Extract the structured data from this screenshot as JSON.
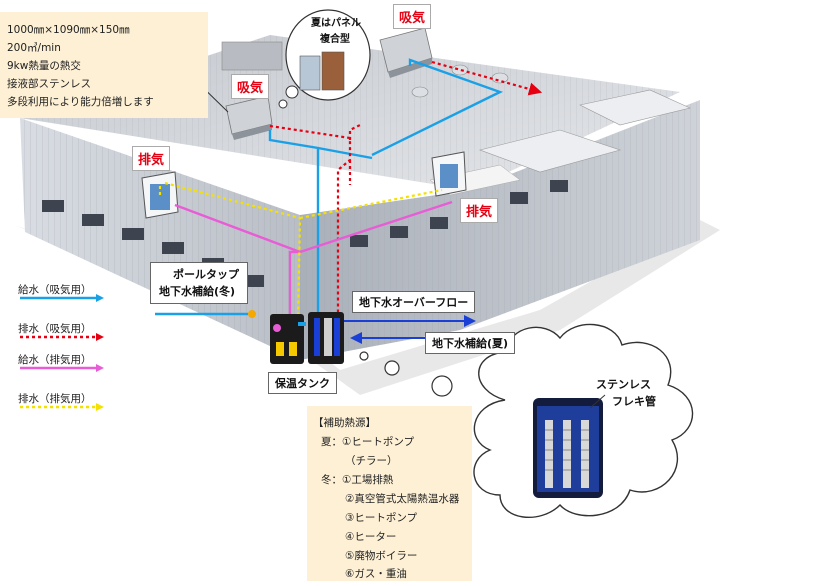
{
  "specs": {
    "line1": "1000㎜×1090㎜×150㎜",
    "line2": "200㎥/min",
    "line3": "9kw熱量の熱交",
    "line4": "接液部ステンレス",
    "line5": "多段利用により能力倍増します"
  },
  "labels": {
    "summer_panel_line1": "夏はパネル",
    "summer_panel_line2": "複合型",
    "intake_top": "吸気",
    "intake_left": "吸気",
    "exhaust_left": "排気",
    "exhaust_right": "排気",
    "pole_tap_line1": "ポールタップ",
    "pole_tap_line2": "地下水補給(冬)",
    "groundwater_overflow": "地下水オーバーフロー",
    "groundwater_summer": "地下水補給(夏)",
    "insulated_tank": "保温タンク",
    "stainless_line1": "ステンレス",
    "stainless_line2": "フレキ管"
  },
  "legend": [
    {
      "label": "給水（吸気用）",
      "color": "#1aa0e6",
      "style": "solid"
    },
    {
      "label": "排水（吸気用）",
      "color": "#e60012",
      "style": "dotted"
    },
    {
      "label": "給水（排気用）",
      "color": "#e85cd6",
      "style": "solid"
    },
    {
      "label": "排水（排気用）",
      "color": "#f5e100",
      "style": "dotted"
    }
  ],
  "heat_sources": {
    "title": "【補助熱源】",
    "summer_1": "夏：①ヒートポンプ",
    "summer_2": "（チラー）",
    "winter_1": "冬：①工場排熱",
    "winter_2": "②真空管式太陽熱温水器",
    "winter_3": "③ヒートポンプ",
    "winter_4": "④ヒーター",
    "winter_5": "⑤廃物ボイラー",
    "winter_6": "⑥ガス・重油"
  },
  "colors": {
    "supply_intake": "#1aa0e6",
    "drain_intake": "#e60012",
    "supply_exhaust": "#e85cd6",
    "drain_exhaust": "#f5e100",
    "annotation_red": "#e60012",
    "callout_bg": "#fdf0d5"
  }
}
